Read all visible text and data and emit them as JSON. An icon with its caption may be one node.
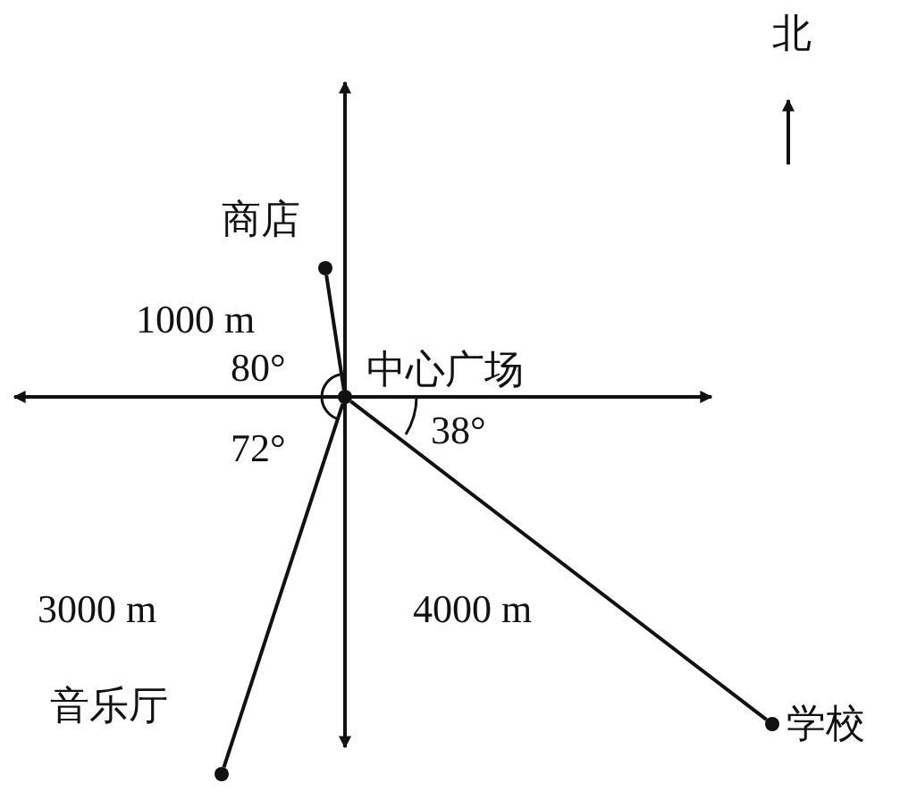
{
  "diagram": {
    "nodes": [
      {
        "text": [
          "中心广场"
        ]
      },
      {
        "text": [
          "商店"
        ]
      },
      {
        "text": [
          "音乐厅"
        ]
      },
      {
        "text": [
          "学校"
        ]
      }
    ],
    "edges": [
      {
        "from": 0,
        "to": 1,
        "arrow": "none",
        "label": "1000 m"
      },
      {
        "from": 0,
        "to": 2,
        "arrow": "none",
        "label": "3000 m"
      },
      {
        "from": 0,
        "to": 3,
        "arrow": "none",
        "label": "4000 m"
      }
    ],
    "labels": [
      "北",
      "80°",
      "72°",
      "38°"
    ]
  }
}
